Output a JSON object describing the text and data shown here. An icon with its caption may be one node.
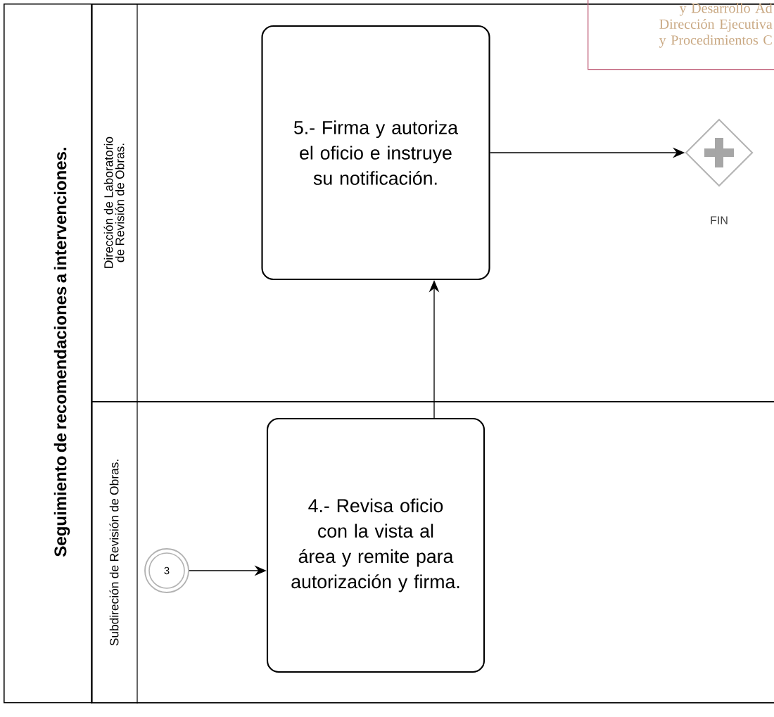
{
  "diagram": {
    "nodes": [
      {
        "text": [
          "Seguimiento de recomendaciones a intervenciones."
        ]
      },
      {
        "text": [
          "Dirección de Laboratorio de Revisión de Obras."
        ],
        "in": 0
      },
      {
        "text": [
          "Subdireción de Revisión de Obras."
        ],
        "in": 0
      },
      {
        "text": [
          "5.- Firma y autoriza el oficio e instruye su notificación."
        ],
        "in": 1
      },
      {
        "text": [],
        "shape": "diamond",
        "beside": [
          "FIN"
        ],
        "in": 1
      },
      {
        "text": [
          "3"
        ],
        "in": 2
      },
      {
        "text": [
          "4.- Revisa oficio con la vista al área  y remite para autorización y firma."
        ],
        "in": 2
      },
      {
        "text": [
          "y Desarrollo Ad Dirección Ejecutiva y Procedimientos C"
        ]
      }
    ],
    "edges": [
      {
        "from": 5,
        "to": 6,
        "arrow": "to"
      },
      {
        "from": 6,
        "to": 3,
        "arrow": "to"
      },
      {
        "from": 3,
        "to": 4,
        "arrow": "to"
      }
    ]
  }
}
